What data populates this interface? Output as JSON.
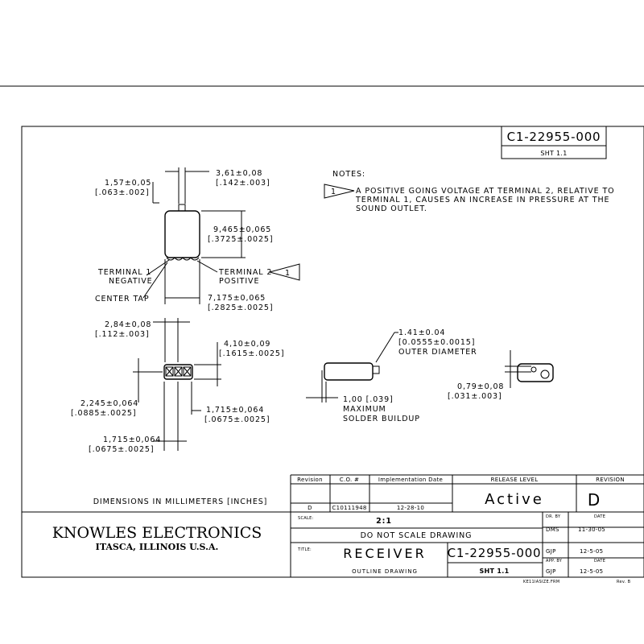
{
  "title_block": {
    "drawing_number": "C1-22955-000",
    "sheet": "SHT 1.1",
    "company": "KNOWLES ELECTRONICS",
    "location": "ITASCA, ILLINOIS U.S.A.",
    "dimensions_note": "DIMENSIONS IN MILLIMETERS [INCHES]",
    "revision_header": "Revision",
    "co_header": "C.O. #",
    "impl_date_header": "Implementation Date",
    "revision_value": "D",
    "co_value": "C10111948",
    "impl_date_value": "12-28-10",
    "release_level_label": "RELEASE LEVEL",
    "release_level_value": "Active",
    "revision_label": "REVISION",
    "revision_big": "D",
    "scale_label": "SCALE:",
    "scale_value": "2:1",
    "do_not_scale": "DO NOT SCALE DRAWING",
    "title_label": "TITLE:",
    "title_value": "RECEIVER",
    "subtitle_value": "OUTLINE DRAWING",
    "dr_by_label": "DR. BY",
    "date_label": "DATE",
    "dr_by_value": "DMS",
    "dr_date_value": "11-30-05",
    "chk_value": "GJP",
    "chk_date_value": "12-5-05",
    "app_by_label": "APP. BY",
    "app_date_label": "DATE",
    "app_by_value": "GJP",
    "app_date_value": "12-5-05",
    "footer_left": "KE11IASIZE.FRM",
    "footer_right": "Rev. B"
  },
  "notes": {
    "heading": "NOTES:",
    "note_marker": "1",
    "note_line1": "A POSITIVE GOING VOLTAGE AT TERMINAL 2, RELATIVE TO",
    "note_line2": "TERMINAL 1, CAUSES AN INCREASE IN PRESSURE AT THE",
    "note_line3": "SOUND OUTLET."
  },
  "top_view": {
    "dim_a_mm": "1,57±0,05",
    "dim_a_in": "[.063±.002]",
    "dim_b_mm": "3,61±0,08",
    "dim_b_in": "[.142±.003]",
    "dim_c_mm": "9,465±0,065",
    "dim_c_in": "[.3725±.0025]",
    "dim_d_mm": "7,175±0,065",
    "dim_d_in": "[.2825±.0025]",
    "terminal1_line1": "TERMINAL 1",
    "terminal1_line2": "NEGATIVE",
    "terminal2_line1": "TERMINAL 2",
    "terminal2_line2": "POSITIVE",
    "center_tap": "CENTER TAP",
    "flag_marker": "1"
  },
  "end_view": {
    "dim_e_mm": "2,84±0,08",
    "dim_e_in": "[.112±.003]",
    "dim_f_mm": "4,10±0,09",
    "dim_f_in": "[.1615±.0025]",
    "dim_g_mm": "2,245±0,064",
    "dim_g_in": "[.0885±.0025]",
    "dim_h_mm": "1,715±0,064",
    "dim_h_in": "[.0675±.0025]",
    "dim_i_mm": "1,715±0,064",
    "dim_i_in": "[.0675±.0025]"
  },
  "side_view": {
    "dim_j_mm": "1.41±0.04",
    "dim_j_in": "[0.0555±0.0015]",
    "dim_j_note": "OUTER DIAMETER",
    "dim_k_mm": "1,00 [.039]",
    "dim_k_note1": "MAXIMUM",
    "dim_k_note2": "SOLDER BUILDUP"
  },
  "outlet_view": {
    "dim_l_mm": "0,79±0,08",
    "dim_l_in": "[.031±.003]"
  }
}
